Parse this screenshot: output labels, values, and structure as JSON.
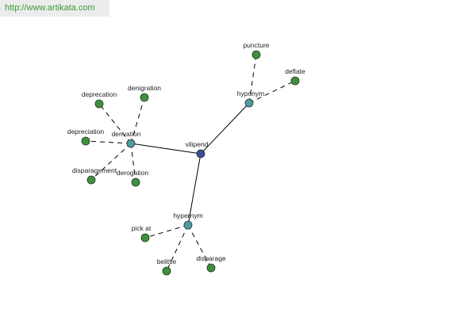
{
  "banner": {
    "url_text": "http://www.artikata.com"
  },
  "colors": {
    "root": "#3d4aa0",
    "relation": "#4f9aa5",
    "leaf": "#3f8f3f",
    "edge": "#000000"
  },
  "graph": {
    "root": {
      "id": "vilipend",
      "label": "vilipend"
    },
    "relations": [
      {
        "id": "derivation",
        "label": "derivation",
        "children": [
          "deprecation",
          "denigration",
          "depreciation",
          "disparagement",
          "derogation"
        ]
      },
      {
        "id": "hyponym",
        "label": "hyponym",
        "children": [
          "puncture",
          "deflate"
        ]
      },
      {
        "id": "hypernym",
        "label": "hypernym",
        "children": [
          "pick at",
          "belittle",
          "disparage"
        ]
      }
    ]
  }
}
